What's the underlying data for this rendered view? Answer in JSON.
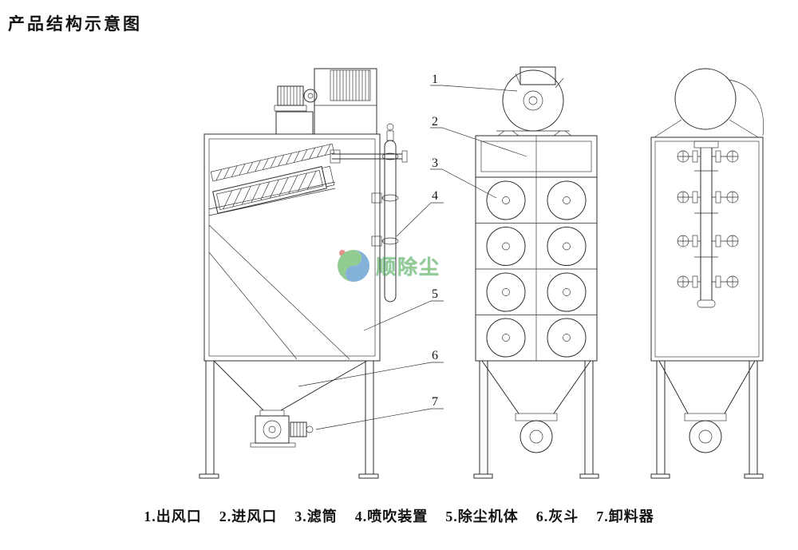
{
  "page": {
    "title": "产品结构示意图"
  },
  "callouts": [
    "1",
    "2",
    "3",
    "4",
    "5",
    "6",
    "7"
  ],
  "legend": {
    "items": [
      "1.出风口",
      "2.进风口",
      "3.滤筒",
      "4.喷吹装置",
      "5.除尘机体",
      "6.灰斗",
      "7.卸料器"
    ]
  },
  "watermark": {
    "text": "顺除尘"
  },
  "colors": {
    "line": "#2e2e2e",
    "watermark_green": "#3aa437",
    "watermark_blue": "#1e72b8",
    "watermark_red": "#d8342f"
  }
}
